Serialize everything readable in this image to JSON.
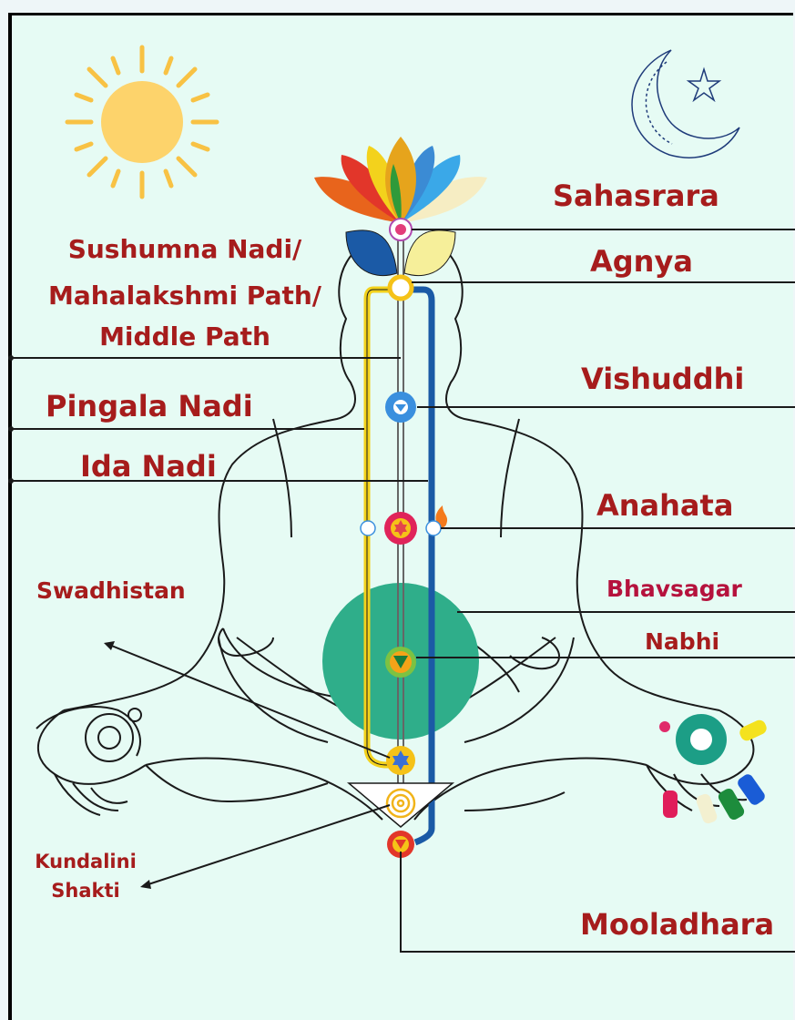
{
  "labels": {
    "sahasrara": "Sahasrara",
    "agnya": "Agnya",
    "sushumna_line1": "Sushumna Nadi/",
    "sushumna_line2": "Mahalakshmi Path/",
    "sushumna_line3": "Middle Path",
    "vishuddhi": "Vishuddhi",
    "pingala": "Pingala Nadi",
    "ida": "Ida Nadi",
    "anahata": "Anahata",
    "swadhistan": "Swadhistan",
    "bhavsagar": "Bhavsagar",
    "nabhi": "Nabhi",
    "kundalini_line1": "Kundalini",
    "kundalini_line2": "Shakti",
    "mooladhara": "Mooladhara"
  },
  "icons": [
    "sun-icon",
    "crescent-moon-icon",
    "lotus-icon"
  ],
  "colors": {
    "label_red": "#a61c1c",
    "bhavsagar_label": "#b5123d",
    "pingala_channel": "#f3d21c",
    "ida_channel": "#1b5aa6",
    "bhavsagar_circle": "#2fae8a",
    "sun": "#fdd36b",
    "background": "#e6fbf4"
  }
}
